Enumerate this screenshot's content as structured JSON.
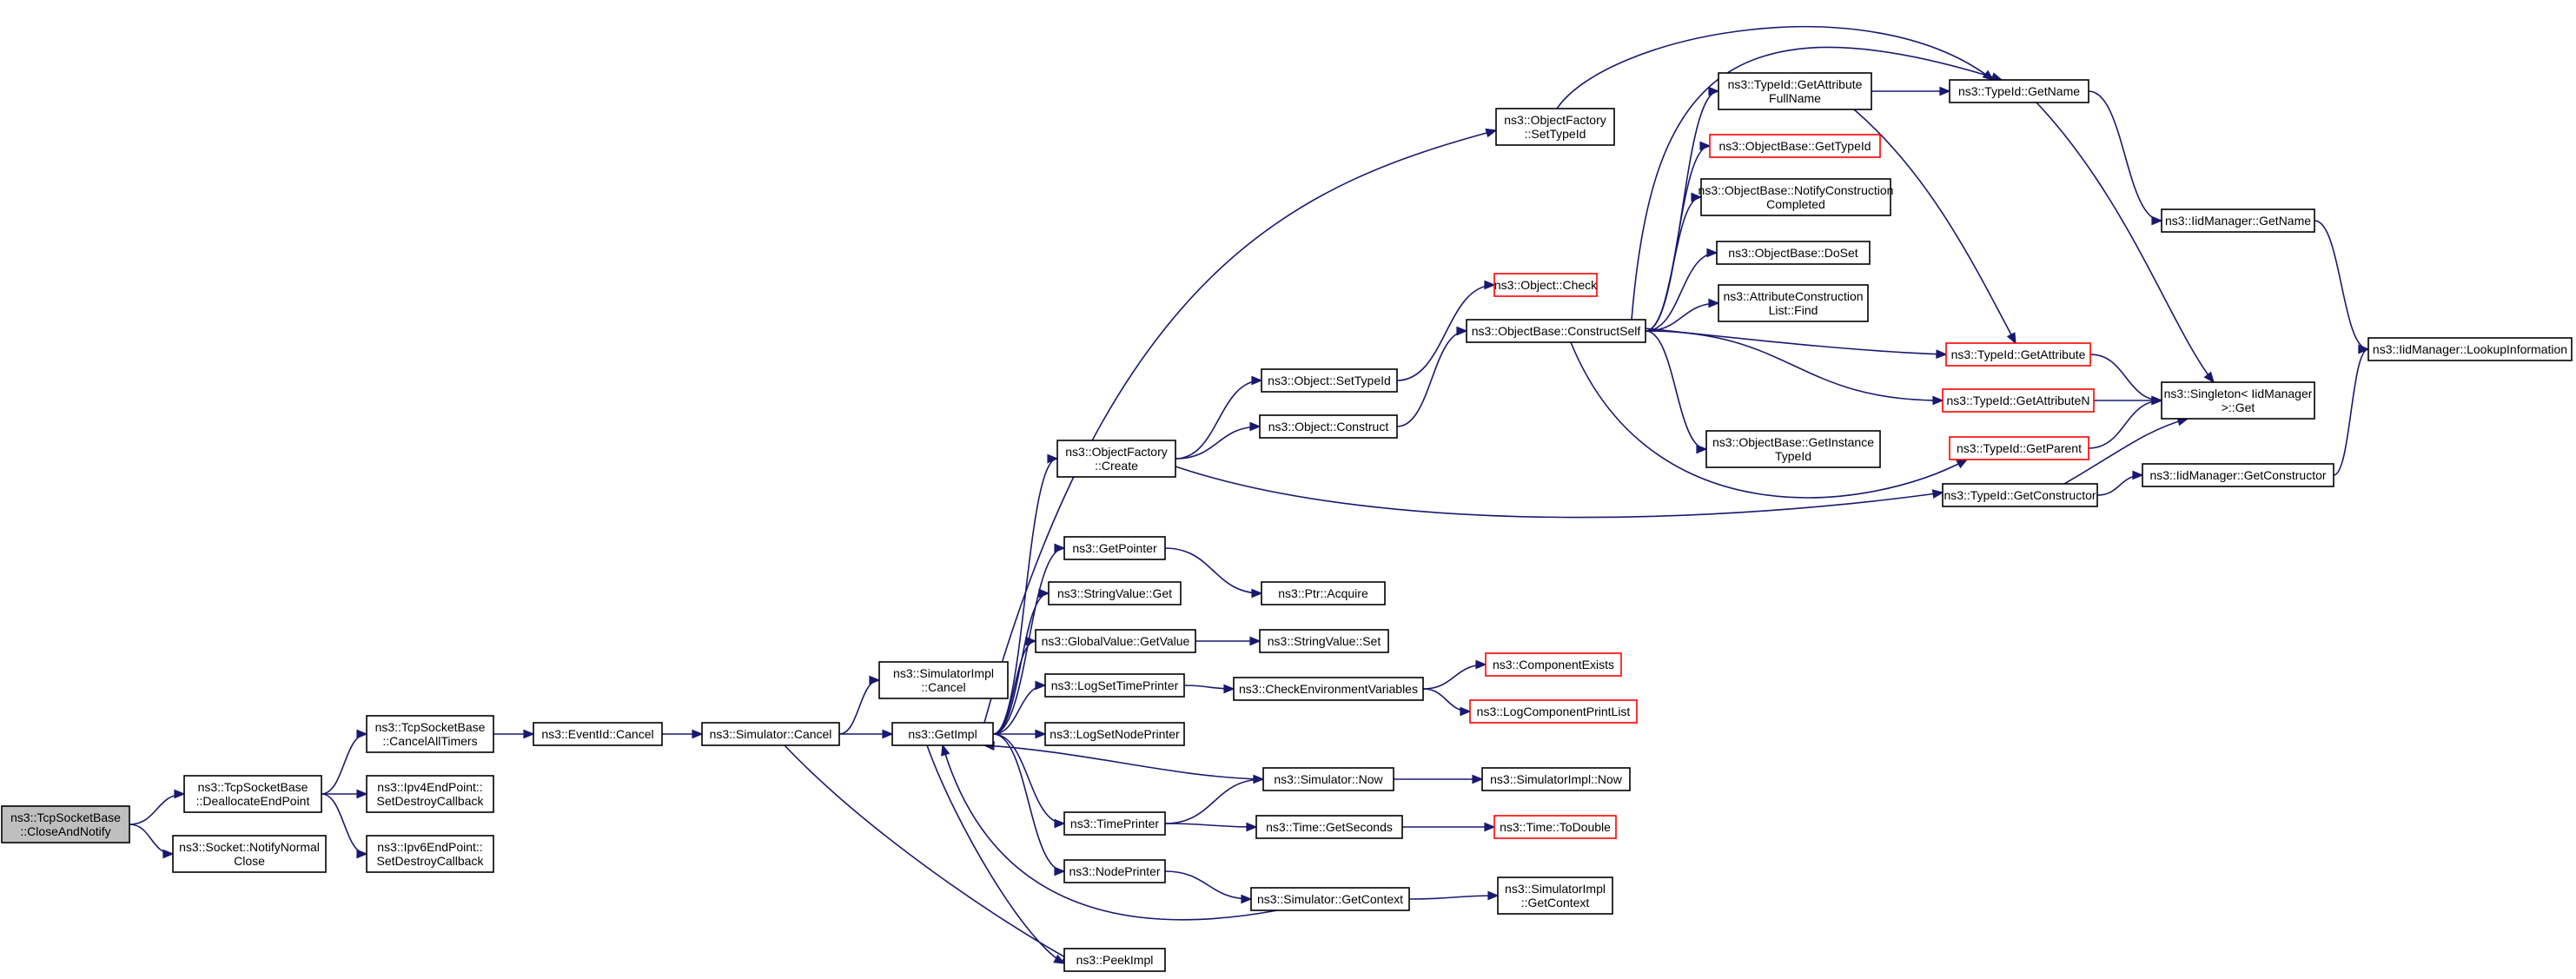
{
  "colors": {
    "edge": "#191970",
    "node_border": "#000000",
    "node_border_truncated": "#ff0000",
    "root_fill": "#bfbfbf",
    "background": "#ffffff"
  },
  "nodes": [
    {
      "id": "n0",
      "lines": [
        "ns3::TcpSocketBase",
        "::CloseAndNotify"
      ],
      "style": "root"
    },
    {
      "id": "n1",
      "lines": [
        "ns3::TcpSocketBase",
        "::DeallocateEndPoint"
      ],
      "style": "normal"
    },
    {
      "id": "n2",
      "lines": [
        "ns3::Socket::NotifyNormal",
        "Close"
      ],
      "style": "normal"
    },
    {
      "id": "n3",
      "lines": [
        "ns3::TcpSocketBase",
        "::CancelAllTimers"
      ],
      "style": "normal"
    },
    {
      "id": "n4",
      "lines": [
        "ns3::Ipv4EndPoint::",
        "SetDestroyCallback"
      ],
      "style": "normal"
    },
    {
      "id": "n5",
      "lines": [
        "ns3::Ipv6EndPoint::",
        "SetDestroyCallback"
      ],
      "style": "normal"
    },
    {
      "id": "n6",
      "lines": [
        "ns3::EventId::Cancel"
      ],
      "style": "normal"
    },
    {
      "id": "n7",
      "lines": [
        "ns3::Simulator::Cancel"
      ],
      "style": "normal"
    },
    {
      "id": "n8",
      "lines": [
        "ns3::SimulatorImpl",
        "::Cancel"
      ],
      "style": "normal"
    },
    {
      "id": "n9",
      "lines": [
        "ns3::GetImpl"
      ],
      "style": "normal"
    },
    {
      "id": "n10",
      "lines": [
        "ns3::PeekImpl"
      ],
      "style": "normal"
    },
    {
      "id": "n11",
      "lines": [
        "ns3::ObjectFactory",
        "::Create"
      ],
      "style": "normal"
    },
    {
      "id": "n12",
      "lines": [
        "ns3::GetPointer"
      ],
      "style": "normal"
    },
    {
      "id": "n13",
      "lines": [
        "ns3::StringValue::Get"
      ],
      "style": "normal"
    },
    {
      "id": "n14",
      "lines": [
        "ns3::GlobalValue::GetValue"
      ],
      "style": "normal"
    },
    {
      "id": "n15",
      "lines": [
        "ns3::LogSetTimePrinter"
      ],
      "style": "normal"
    },
    {
      "id": "n16",
      "lines": [
        "ns3::LogSetNodePrinter"
      ],
      "style": "normal"
    },
    {
      "id": "n17",
      "lines": [
        "ns3::TimePrinter"
      ],
      "style": "normal"
    },
    {
      "id": "n18",
      "lines": [
        "ns3::NodePrinter"
      ],
      "style": "normal"
    },
    {
      "id": "n19",
      "lines": [
        "ns3::ObjectFactory",
        "::SetTypeId"
      ],
      "style": "normal"
    },
    {
      "id": "n20",
      "lines": [
        "ns3::Object::SetTypeId"
      ],
      "style": "normal"
    },
    {
      "id": "n21",
      "lines": [
        "ns3::Object::Construct"
      ],
      "style": "normal"
    },
    {
      "id": "n22",
      "lines": [
        "ns3::Ptr::Acquire"
      ],
      "style": "normal"
    },
    {
      "id": "n23",
      "lines": [
        "ns3::StringValue::Set"
      ],
      "style": "normal"
    },
    {
      "id": "n24",
      "lines": [
        "ns3::CheckEnvironmentVariables"
      ],
      "style": "normal"
    },
    {
      "id": "n25",
      "lines": [
        "ns3::Simulator::Now"
      ],
      "style": "normal"
    },
    {
      "id": "n26",
      "lines": [
        "ns3::Time::GetSeconds"
      ],
      "style": "normal"
    },
    {
      "id": "n27",
      "lines": [
        "ns3::Simulator::GetContext"
      ],
      "style": "normal"
    },
    {
      "id": "n28",
      "lines": [
        "ns3::Object::Check"
      ],
      "style": "truncated"
    },
    {
      "id": "n29",
      "lines": [
        "ns3::ObjectBase::ConstructSelf"
      ],
      "style": "normal"
    },
    {
      "id": "n30",
      "lines": [
        "ns3::ComponentExists"
      ],
      "style": "truncated"
    },
    {
      "id": "n31",
      "lines": [
        "ns3::LogComponentPrintList"
      ],
      "style": "truncated"
    },
    {
      "id": "n32",
      "lines": [
        "ns3::SimulatorImpl::Now"
      ],
      "style": "normal"
    },
    {
      "id": "n33",
      "lines": [
        "ns3::Time::ToDouble"
      ],
      "style": "truncated"
    },
    {
      "id": "n34",
      "lines": [
        "ns3::SimulatorImpl",
        "::GetContext"
      ],
      "style": "normal"
    },
    {
      "id": "n35",
      "lines": [
        "ns3::TypeId::GetAttribute",
        "FullName"
      ],
      "style": "normal"
    },
    {
      "id": "n36",
      "lines": [
        "ns3::ObjectBase::GetTypeId"
      ],
      "style": "truncated"
    },
    {
      "id": "n37",
      "lines": [
        "ns3::ObjectBase::NotifyConstruction",
        "Completed"
      ],
      "style": "normal"
    },
    {
      "id": "n38",
      "lines": [
        "ns3::ObjectBase::DoSet"
      ],
      "style": "normal"
    },
    {
      "id": "n39",
      "lines": [
        "ns3::AttributeConstruction",
        "List::Find"
      ],
      "style": "normal"
    },
    {
      "id": "n40",
      "lines": [
        "ns3::ObjectBase::GetInstance",
        "TypeId"
      ],
      "style": "normal"
    },
    {
      "id": "n41",
      "lines": [
        "ns3::TypeId::GetName"
      ],
      "style": "normal"
    },
    {
      "id": "n42",
      "lines": [
        "ns3::TypeId::GetAttribute"
      ],
      "style": "truncated"
    },
    {
      "id": "n43",
      "lines": [
        "ns3::TypeId::GetAttributeN"
      ],
      "style": "truncated"
    },
    {
      "id": "n44",
      "lines": [
        "ns3::TypeId::GetParent"
      ],
      "style": "truncated"
    },
    {
      "id": "n45",
      "lines": [
        "ns3::TypeId::GetConstructor"
      ],
      "style": "normal"
    },
    {
      "id": "n46",
      "lines": [
        "ns3::IidManager::GetName"
      ],
      "style": "normal"
    },
    {
      "id": "n47",
      "lines": [
        "ns3::Singleton< IidManager",
        " >::Get"
      ],
      "style": "normal"
    },
    {
      "id": "n48",
      "lines": [
        "ns3::IidManager::GetConstructor"
      ],
      "style": "normal"
    },
    {
      "id": "n49",
      "lines": [
        "ns3::IidManager::LookupInformation"
      ],
      "style": "normal"
    }
  ],
  "edges": [
    [
      "n0",
      "n1"
    ],
    [
      "n0",
      "n2"
    ],
    [
      "n1",
      "n3"
    ],
    [
      "n1",
      "n4"
    ],
    [
      "n1",
      "n5"
    ],
    [
      "n3",
      "n6"
    ],
    [
      "n6",
      "n7"
    ],
    [
      "n7",
      "n8"
    ],
    [
      "n7",
      "n9"
    ],
    [
      "n7",
      "n10"
    ],
    [
      "n9",
      "n11"
    ],
    [
      "n9",
      "n12"
    ],
    [
      "n9",
      "n13"
    ],
    [
      "n9",
      "n14"
    ],
    [
      "n9",
      "n15"
    ],
    [
      "n9",
      "n16"
    ],
    [
      "n9",
      "n17"
    ],
    [
      "n9",
      "n18"
    ],
    [
      "n9",
      "n10"
    ],
    [
      "n9",
      "n19"
    ],
    [
      "n11",
      "n20"
    ],
    [
      "n11",
      "n21"
    ],
    [
      "n11",
      "n45"
    ],
    [
      "n12",
      "n22"
    ],
    [
      "n14",
      "n23"
    ],
    [
      "n15",
      "n24"
    ],
    [
      "n24",
      "n30"
    ],
    [
      "n24",
      "n31"
    ],
    [
      "n25",
      "n9"
    ],
    [
      "n25",
      "n32"
    ],
    [
      "n17",
      "n25"
    ],
    [
      "n17",
      "n26"
    ],
    [
      "n26",
      "n33"
    ],
    [
      "n18",
      "n27"
    ],
    [
      "n27",
      "n9"
    ],
    [
      "n27",
      "n34"
    ],
    [
      "n19",
      "n41"
    ],
    [
      "n20",
      "n28"
    ],
    [
      "n21",
      "n29"
    ],
    [
      "n29",
      "n35"
    ],
    [
      "n29",
      "n36"
    ],
    [
      "n29",
      "n37"
    ],
    [
      "n29",
      "n38"
    ],
    [
      "n29",
      "n39"
    ],
    [
      "n29",
      "n40"
    ],
    [
      "n29",
      "n41"
    ],
    [
      "n29",
      "n42"
    ],
    [
      "n29",
      "n43"
    ],
    [
      "n29",
      "n44"
    ],
    [
      "n35",
      "n41"
    ],
    [
      "n35",
      "n42"
    ],
    [
      "n41",
      "n46"
    ],
    [
      "n41",
      "n47"
    ],
    [
      "n46",
      "n49"
    ],
    [
      "n42",
      "n47"
    ],
    [
      "n43",
      "n47"
    ],
    [
      "n44",
      "n47"
    ],
    [
      "n45",
      "n47"
    ],
    [
      "n45",
      "n48"
    ],
    [
      "n48",
      "n49"
    ]
  ]
}
